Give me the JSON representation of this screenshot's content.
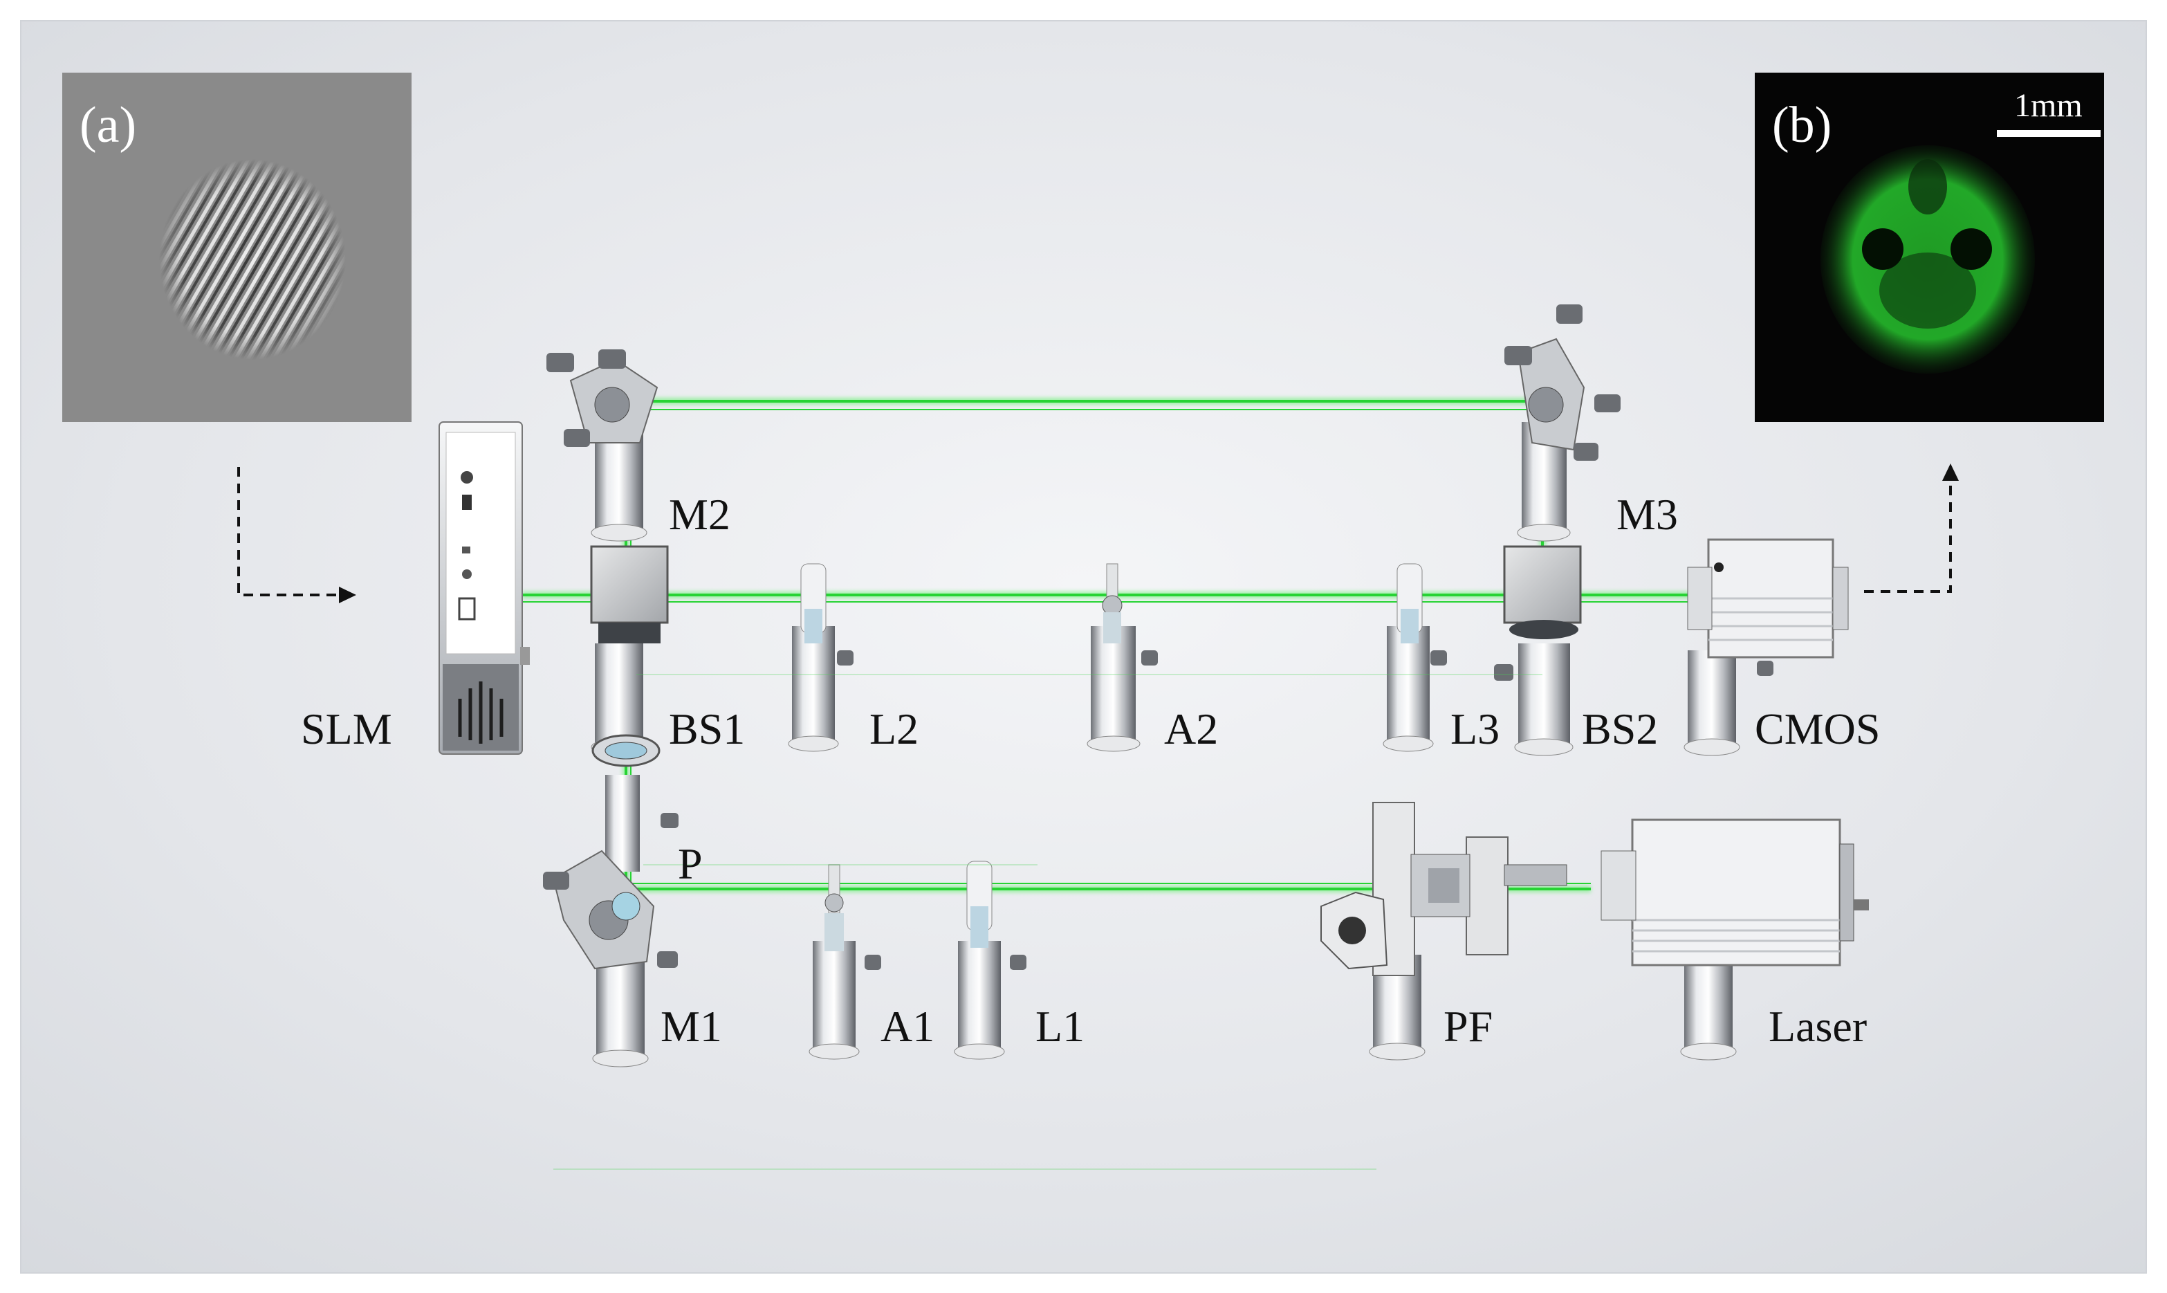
{
  "panels": {
    "a": {
      "label": "(a)"
    },
    "b": {
      "label": "(b)",
      "scale_bar": "1mm"
    }
  },
  "components": {
    "slm": "SLM",
    "m1": "M1",
    "m2": "M2",
    "m3": "M3",
    "bs1": "BS1",
    "bs2": "BS2",
    "l1": "L1",
    "l2": "L2",
    "l3": "L3",
    "a1": "A1",
    "a2": "A2",
    "p": "P",
    "pf": "PF",
    "laser": "Laser",
    "cmos": "CMOS"
  },
  "colors": {
    "beam": "#2fd63a",
    "camera_beam": "#22b02a",
    "background": "#e9ebee"
  }
}
